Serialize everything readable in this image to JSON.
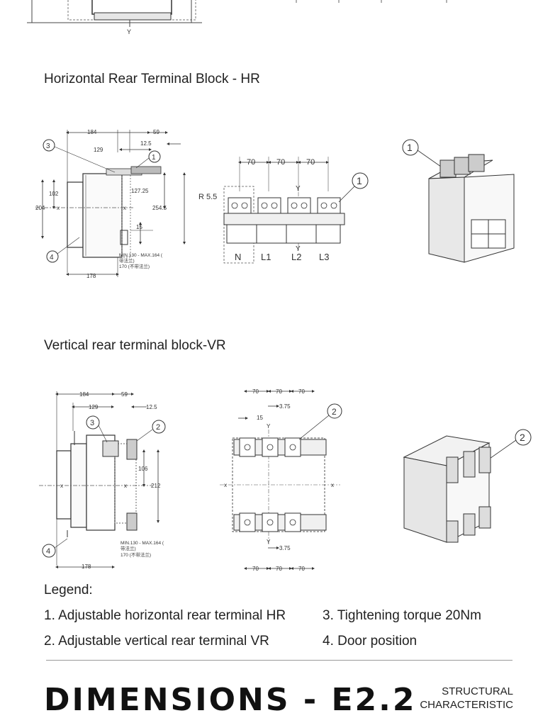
{
  "sections": {
    "hr_title": "Horizontal Rear Terminal Block - HR",
    "vr_title": "Vertical rear terminal block-VR"
  },
  "top_fragment": {
    "axis_y": "Y"
  },
  "hr_side_view": {
    "dim_184": "184",
    "dim_59": "59",
    "dim_12_5": "12.5",
    "dim_129": "129",
    "dim_102": "102",
    "dim_204": "204",
    "dim_127_25": "127.25",
    "dim_254_5": "254.5",
    "dim_15": "15",
    "dim_178": "178",
    "axis_x": "x",
    "note_line1": "MIN.130 - MAX.164 (",
    "note_line2": "带法兰)",
    "note_line3": "170 (不带法兰)",
    "callout_1": "1",
    "callout_3": "3",
    "callout_4": "4"
  },
  "hr_front_view": {
    "dim_70": "70",
    "radius": "R 5.5",
    "axis_y": "Y",
    "poles": [
      "N",
      "L1",
      "L2",
      "L3"
    ],
    "callout_1": "1"
  },
  "hr_iso_view": {
    "callout_1": "1"
  },
  "vr_side_view": {
    "dim_184": "184",
    "dim_59": "59",
    "dim_12_5": "12.5",
    "dim_129": "129",
    "dim_106": "106",
    "dim_212": "212",
    "dim_178": "178",
    "axis_x": "x",
    "note_line1": "MIN.130 - MAX.164 (",
    "note_line2": "带法兰)",
    "note_line3": "170 (不带法兰)",
    "callout_2": "2",
    "callout_3": "3",
    "callout_4": "4"
  },
  "vr_front_view": {
    "dim_70": "70",
    "dim_15": "15",
    "dim_3_75": "3.75",
    "axis_x": "x",
    "axis_y": "Y",
    "callout_2": "2"
  },
  "vr_iso_view": {
    "callout_2": "2"
  },
  "legend": {
    "heading": "Legend:",
    "item1": "1. Adjustable horizontal rear terminal HR",
    "item2": "2. Adjustable vertical rear terminal VR",
    "item3": "3. Tightening torque 20Nm",
    "item4": "4. Door position"
  },
  "footer": {
    "title": "DIMENSIONS - E2.2",
    "side_line1": "STRUCTURAL",
    "side_line2": "CHARACTERISTIC"
  }
}
